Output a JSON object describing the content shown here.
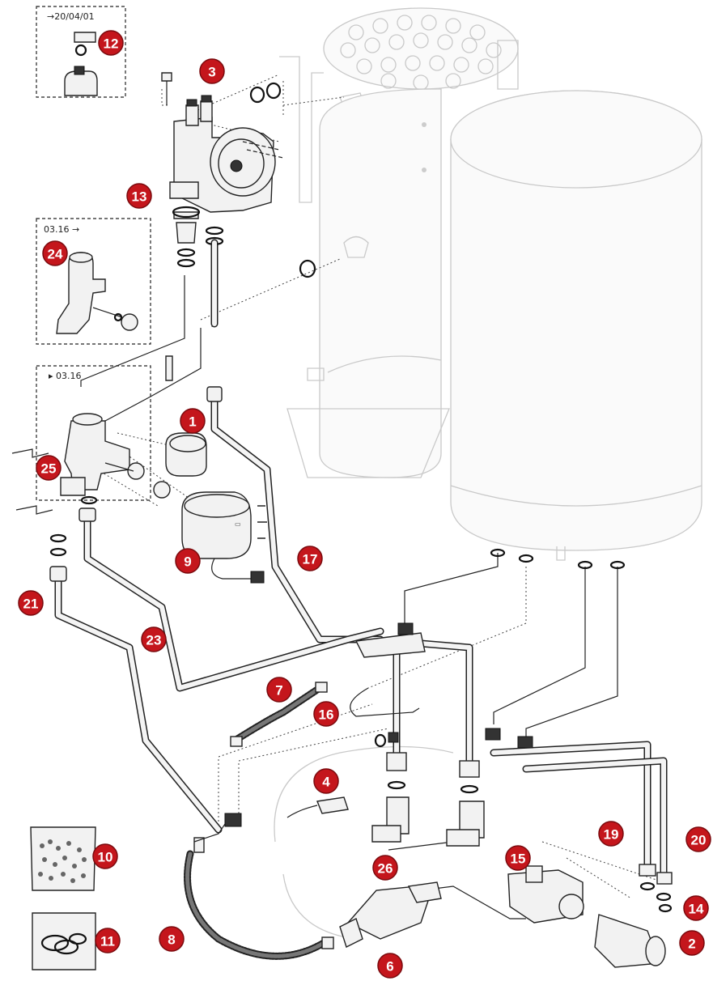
{
  "insets": [
    {
      "label": "→20/04/01"
    },
    {
      "label": "03.16 →"
    },
    {
      "label": "▸ 03.16"
    }
  ],
  "callouts": [
    {
      "id": "1",
      "text": "1"
    },
    {
      "id": "2",
      "text": "2"
    },
    {
      "id": "3",
      "text": "3"
    },
    {
      "id": "4",
      "text": "4"
    },
    {
      "id": "6",
      "text": "6"
    },
    {
      "id": "7",
      "text": "7"
    },
    {
      "id": "8",
      "text": "8"
    },
    {
      "id": "9",
      "text": "9"
    },
    {
      "id": "10",
      "text": "10"
    },
    {
      "id": "11",
      "text": "11"
    },
    {
      "id": "12",
      "text": "12"
    },
    {
      "id": "13",
      "text": "13"
    },
    {
      "id": "14",
      "text": "14"
    },
    {
      "id": "15",
      "text": "15"
    },
    {
      "id": "16",
      "text": "16"
    },
    {
      "id": "17",
      "text": "17"
    },
    {
      "id": "19",
      "text": "19"
    },
    {
      "id": "20",
      "text": "20"
    },
    {
      "id": "21",
      "text": "21"
    },
    {
      "id": "23",
      "text": "23"
    },
    {
      "id": "24",
      "text": "24"
    },
    {
      "id": "25",
      "text": "25"
    },
    {
      "id": "26",
      "text": "26"
    }
  ],
  "colors": {
    "callout_fill": "#c4161c",
    "callout_text": "#ffffff",
    "line": "#222222",
    "ghost": "#c9c9c9"
  }
}
